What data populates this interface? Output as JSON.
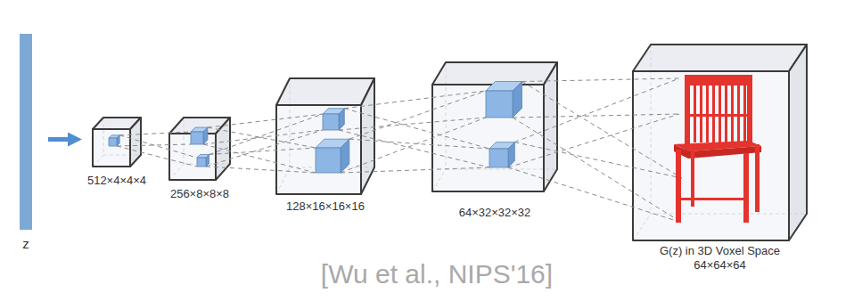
{
  "diagram": {
    "caption": "[Wu et al., NIPS'16]",
    "nodes": [
      {
        "text": [
          "z"
        ]
      },
      {
        "text": [
          "512×4×4×4"
        ]
      },
      {
        "text": [
          "256×8×8×8"
        ]
      },
      {
        "text": [
          "128×16×16×16"
        ]
      },
      {
        "text": [
          "64×32×32×32"
        ]
      },
      {
        "text": [
          "G(z) in 3D Voxel Space",
          "64×64×64"
        ]
      }
    ],
    "edges": [
      {
        "from": 0,
        "to": 1,
        "arrow": "to"
      }
    ]
  }
}
